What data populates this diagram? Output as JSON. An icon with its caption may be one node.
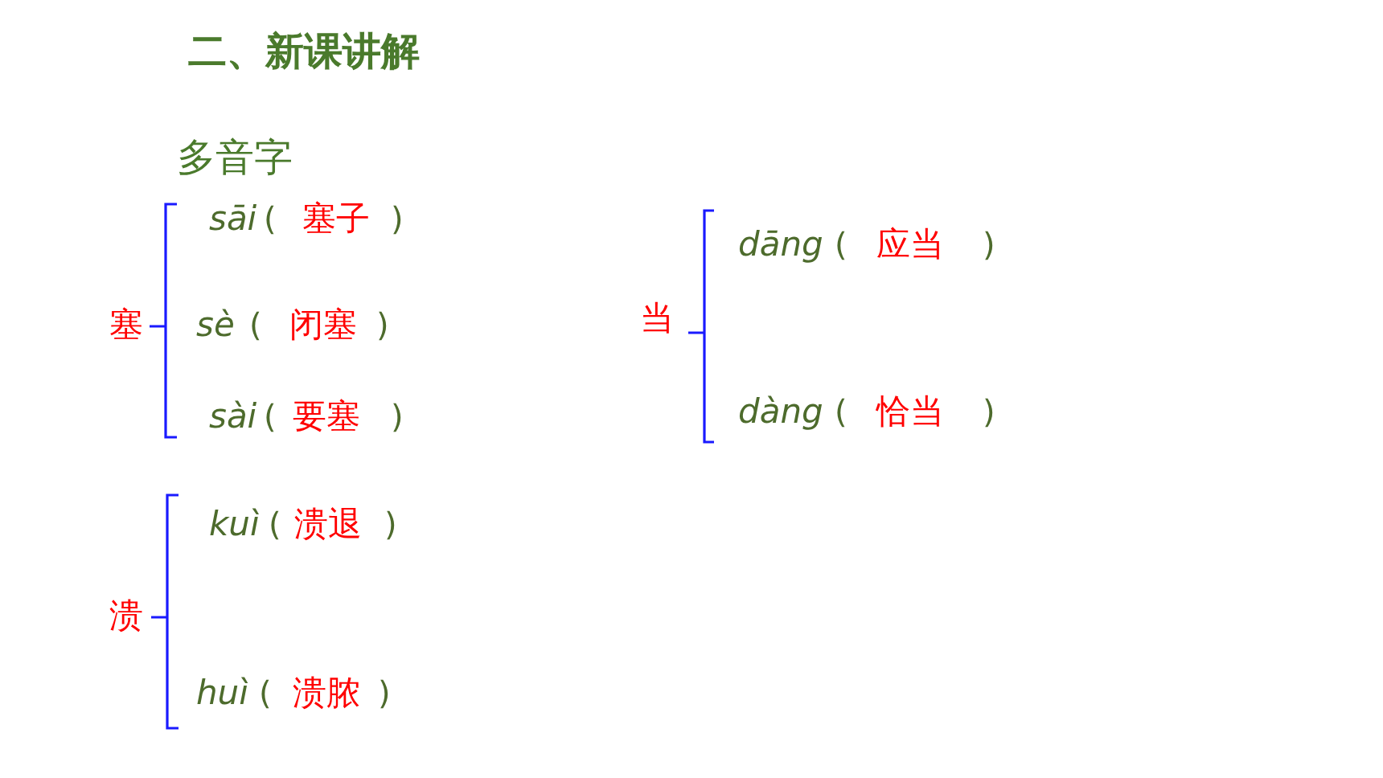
{
  "diagram": {
    "title": "二、新课讲解",
    "labels": [
      "多音字",
      "塞",
      "sāi",
      "(",
      "塞子",
      ")",
      "sè",
      "(",
      "闭塞",
      ")",
      "sài",
      "(",
      "要塞",
      ")",
      "当",
      "dāng",
      "(",
      "应当",
      ")",
      "dàng",
      "(",
      "恰当",
      ")",
      "溃",
      "kuì",
      "(",
      "溃退",
      ")",
      "huì",
      "(",
      "溃脓",
      ")"
    ]
  }
}
